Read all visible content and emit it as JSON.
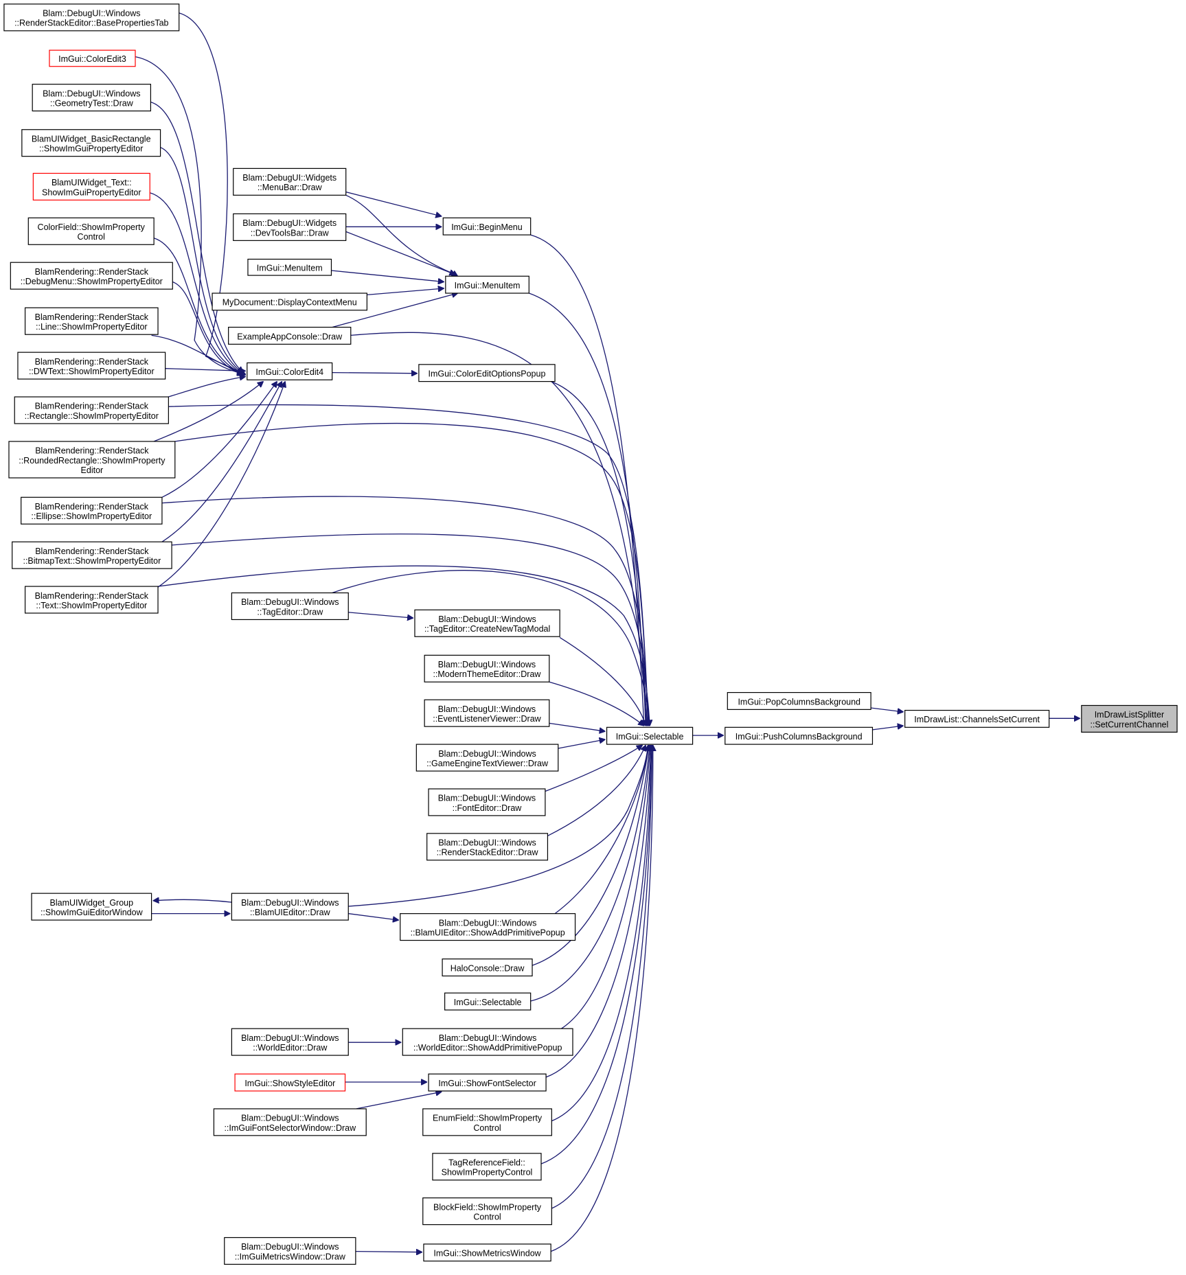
{
  "diagram": {
    "colors": {
      "edge": "#191970",
      "box_border": "#000000",
      "truncated_border": "#ff0000",
      "current_fill": "#bfbfbf"
    },
    "nodes": [
      {
        "id": "n0",
        "lines": [
          "ImDrawListSplitter",
          "::SetCurrentChannel"
        ],
        "current": true
      },
      {
        "id": "n1",
        "lines": [
          "ImDrawList::ChannelsSetCurrent"
        ]
      },
      {
        "id": "n2",
        "lines": [
          "ImGui::PopColumnsBackground"
        ]
      },
      {
        "id": "n3",
        "lines": [
          "ImGui::PushColumnsBackground"
        ]
      },
      {
        "id": "n4",
        "lines": [
          "ImGui::Selectable"
        ]
      },
      {
        "id": "n5",
        "lines": [
          "Blam::DebugUI::Windows",
          "::RenderStackEditor::BasePropertiesTab"
        ]
      },
      {
        "id": "n6",
        "lines": [
          "ImGui::ColorEdit3"
        ],
        "truncated": true
      },
      {
        "id": "n7",
        "lines": [
          "Blam::DebugUI::Windows",
          "::GeometryTest::Draw"
        ]
      },
      {
        "id": "n8",
        "lines": [
          "BlamUIWidget_BasicRectangle",
          "::ShowImGuiPropertyEditor"
        ]
      },
      {
        "id": "n9",
        "lines": [
          "BlamUIWidget_Text::",
          "ShowImGuiPropertyEditor"
        ],
        "truncated": true
      },
      {
        "id": "n10",
        "lines": [
          "ColorField::ShowImProperty",
          "Control"
        ]
      },
      {
        "id": "n11",
        "lines": [
          "BlamRendering::RenderStack",
          "::DebugMenu::ShowImPropertyEditor"
        ]
      },
      {
        "id": "n12",
        "lines": [
          "BlamRendering::RenderStack",
          "::Line::ShowImPropertyEditor"
        ]
      },
      {
        "id": "n13",
        "lines": [
          "BlamRendering::RenderStack",
          "::DWText::ShowImPropertyEditor"
        ]
      },
      {
        "id": "n14",
        "lines": [
          "BlamRendering::RenderStack",
          "::Rectangle::ShowImPropertyEditor"
        ]
      },
      {
        "id": "n15",
        "lines": [
          "BlamRendering::RenderStack",
          "::RoundedRectangle::ShowImProperty",
          "Editor"
        ]
      },
      {
        "id": "n16",
        "lines": [
          "BlamRendering::RenderStack",
          "::Ellipse::ShowImPropertyEditor"
        ]
      },
      {
        "id": "n17",
        "lines": [
          "BlamRendering::RenderStack",
          "::BitmapText::ShowImPropertyEditor"
        ]
      },
      {
        "id": "n18",
        "lines": [
          "BlamRendering::RenderStack",
          "::Text::ShowImPropertyEditor"
        ]
      },
      {
        "id": "n19",
        "lines": [
          "Blam::DebugUI::Widgets",
          "::MenuBar::Draw"
        ]
      },
      {
        "id": "n20",
        "lines": [
          "Blam::DebugUI::Widgets",
          "::DevToolsBar::Draw"
        ]
      },
      {
        "id": "n21",
        "lines": [
          "ImGui::MenuItem"
        ]
      },
      {
        "id": "n22",
        "lines": [
          "MyDocument::DisplayContextMenu"
        ]
      },
      {
        "id": "n23",
        "lines": [
          "ExampleAppConsole::Draw"
        ]
      },
      {
        "id": "n24",
        "lines": [
          "ImGui::ColorEdit4"
        ]
      },
      {
        "id": "n25",
        "lines": [
          "ImGui::BeginMenu"
        ]
      },
      {
        "id": "n26",
        "lines": [
          "ImGui::MenuItem"
        ]
      },
      {
        "id": "n27",
        "lines": [
          "ImGui::ColorEditOptionsPopup"
        ]
      },
      {
        "id": "n28",
        "lines": [
          "Blam::DebugUI::Windows",
          "::TagEditor::Draw"
        ]
      },
      {
        "id": "n29",
        "lines": [
          "Blam::DebugUI::Windows",
          "::TagEditor::CreateNewTagModal"
        ]
      },
      {
        "id": "n30",
        "lines": [
          "Blam::DebugUI::Windows",
          "::ModernThemeEditor::Draw"
        ]
      },
      {
        "id": "n31",
        "lines": [
          "Blam::DebugUI::Windows",
          "::EventListenerViewer::Draw"
        ]
      },
      {
        "id": "n32",
        "lines": [
          "Blam::DebugUI::Windows",
          "::GameEngineTextViewer::Draw"
        ]
      },
      {
        "id": "n33",
        "lines": [
          "Blam::DebugUI::Windows",
          "::FontEditor::Draw"
        ]
      },
      {
        "id": "n34",
        "lines": [
          "Blam::DebugUI::Windows",
          "::RenderStackEditor::Draw"
        ]
      },
      {
        "id": "n35",
        "lines": [
          "BlamUIWidget_Group",
          "::ShowImGuiEditorWindow"
        ]
      },
      {
        "id": "n36",
        "lines": [
          "Blam::DebugUI::Windows",
          "::BlamUIEditor::Draw"
        ]
      },
      {
        "id": "n37",
        "lines": [
          "Blam::DebugUI::Windows",
          "::BlamUIEditor::ShowAddPrimitivePopup"
        ]
      },
      {
        "id": "n38",
        "lines": [
          "HaloConsole::Draw"
        ]
      },
      {
        "id": "n39",
        "lines": [
          "ImGui::Selectable"
        ]
      },
      {
        "id": "n40",
        "lines": [
          "Blam::DebugUI::Windows",
          "::WorldEditor::Draw"
        ]
      },
      {
        "id": "n41",
        "lines": [
          "Blam::DebugUI::Windows",
          "::WorldEditor::ShowAddPrimitivePopup"
        ]
      },
      {
        "id": "n42",
        "lines": [
          "ImGui::ShowStyleEditor"
        ],
        "truncated": true
      },
      {
        "id": "n43",
        "lines": [
          "ImGui::ShowFontSelector"
        ]
      },
      {
        "id": "n44",
        "lines": [
          "Blam::DebugUI::Windows",
          "::ImGuiFontSelectorWindow::Draw"
        ]
      },
      {
        "id": "n45",
        "lines": [
          "EnumField::ShowImProperty",
          "Control"
        ]
      },
      {
        "id": "n46",
        "lines": [
          "TagReferenceField::",
          "ShowImPropertyControl"
        ]
      },
      {
        "id": "n47",
        "lines": [
          "BlockField::ShowImProperty",
          "Control"
        ]
      },
      {
        "id": "n48",
        "lines": [
          "Blam::DebugUI::Windows",
          "::ImGuiMetricsWindow::Draw"
        ]
      },
      {
        "id": "n49",
        "lines": [
          "ImGui::ShowMetricsWindow"
        ]
      }
    ]
  }
}
